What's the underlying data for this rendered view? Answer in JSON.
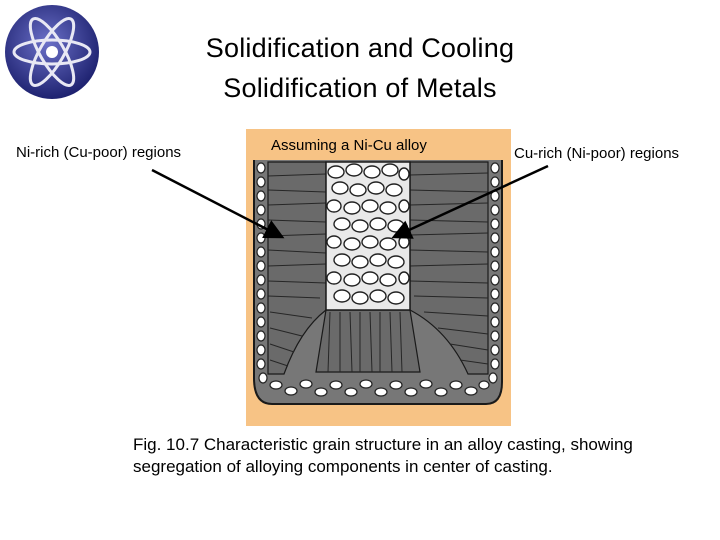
{
  "slide": {
    "title_line1": "Solidification and Cooling",
    "title_line2": "Solidification of Metals"
  },
  "labels": {
    "left": "Ni-rich (Cu-poor) regions",
    "middle": "Assuming a Ni-Cu alloy",
    "right": "Cu-rich (Ni-poor) regions"
  },
  "caption": "Fig. 10.7 Characteristic grain structure in an alloy casting, showing segregation of alloying components in center of casting.",
  "colors": {
    "background": "#ffffff",
    "panel": "#f7c385",
    "columnar_grains": "#6e6e6e",
    "equiaxed_grains": "#ececec",
    "logo_bg": "#2b2f86"
  }
}
